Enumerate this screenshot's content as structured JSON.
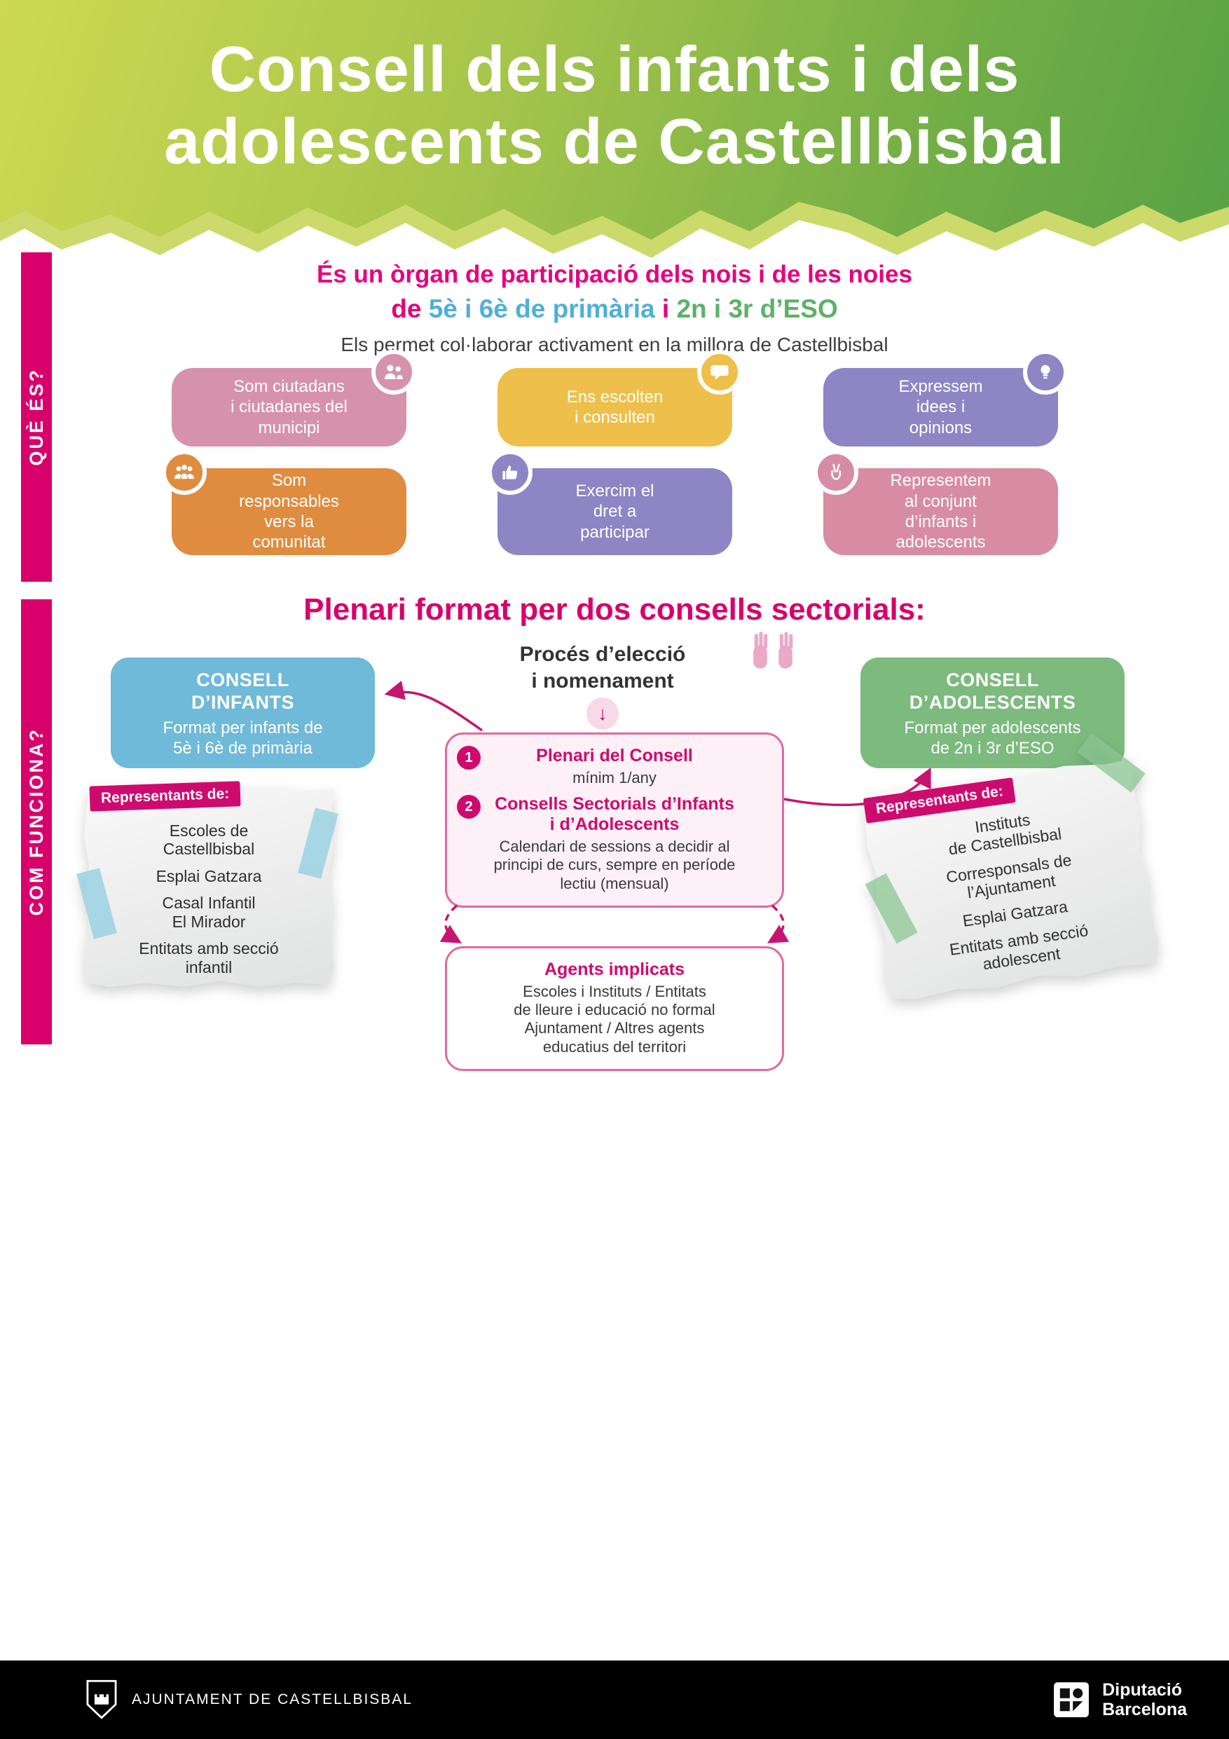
{
  "header": {
    "title": "Consell dels infants i dels\nadolescents de Castellbisbal"
  },
  "sidebar": {
    "que_es": "QUÈ ÉS?",
    "com_funciona": "COM FUNCIONA?"
  },
  "intro": {
    "line1": "És un òrgan de participació dels nois i de les noies",
    "line2": {
      "pre": "de",
      "blue": "5è i 6è de primària",
      "mid": "i",
      "green": "2n i 3r d’ESO"
    },
    "line3": "Els permet col·laborar activament en la millora de Castellbisbal"
  },
  "cards": [
    {
      "id": "citizens",
      "text": "Som ciutadans\ni ciutadanes del\nmunicipi",
      "color": "#d692ab",
      "icon": "people-icon"
    },
    {
      "id": "listened",
      "text": "Ens escolten\ni consulten",
      "color": "#eec04b",
      "icon": "speech-bubble-icon"
    },
    {
      "id": "express",
      "text": "Expressem\nidees i\nopinions",
      "color": "#8e85c5",
      "icon": "idea-icon"
    },
    {
      "id": "responsible",
      "text": "Som\nresponsables\nvers la\ncomunitat",
      "color": "#df8c3f",
      "icon": "community-icon"
    },
    {
      "id": "participate",
      "text": "Exercim el\ndret a\nparticipar",
      "color": "#8e85c5",
      "icon": "thumbs-up-icon"
    },
    {
      "id": "represent",
      "text": "Representem\nal conjunt\nd’infants i\nadolescents",
      "color": "#d78ca4",
      "icon": "victory-hand-icon"
    }
  ],
  "plenary": {
    "heading": "Plenari format per dos consells sectorials:",
    "process_title": "Procés d’elecció\ni nomenament",
    "council_infants": {
      "title": "CONSELL\nD’INFANTS",
      "subtitle": "Format per infants de\n5è i 6è de primària"
    },
    "council_adolescents": {
      "title": "CONSELL\nD’ADOLESCENTS",
      "subtitle": "Format per adolescents\nde 2n i 3r d’ESO"
    },
    "steps": [
      {
        "num": "1",
        "title": "Plenari del Consell",
        "detail": "mínim 1/any"
      },
      {
        "num": "2",
        "title": "Consells Sectorials d’Infants\ni d’Adolescents",
        "detail": "Calendari de sessions a decidir al\nprincipi de curs, sempre en període\nlectiu (mensual)"
      }
    ],
    "agents": {
      "title": "Agents implicats",
      "detail": "Escoles i Instituts / Entitats\nde lleure i educació no formal\nAjuntament / Altres agents\neducatius del territori"
    },
    "note_left": {
      "badge": "Representants de:",
      "items": [
        "Escoles de\nCastellbisbal",
        "Esplai Gatzara",
        "Casal Infantil\nEl Mirador",
        "Entitats amb secció\ninfantil"
      ]
    },
    "note_right": {
      "badge": "Representants de:",
      "items": [
        "Instituts\nde Castellbisbal",
        "Corresponsals de\nl’Ajuntament",
        "Esplai Gatzara",
        "Entitats amb secció\nadolescent"
      ]
    }
  },
  "footer": {
    "left": "AJUNTAMENT DE CASTELLBISBAL",
    "right": "Diputació\nBarcelona"
  },
  "icons": {
    "down_arrow": "↓",
    "card_icons": [
      "people-icon",
      "speech-bubble-icon",
      "idea-icon",
      "community-icon",
      "thumbs-up-icon",
      "victory-hand-icon"
    ],
    "process_icon": "raised-hands-icon",
    "footer_icons": [
      "ajuntament-castle-logo",
      "diputacio-logo"
    ]
  },
  "colors": {
    "magenta": "#d8006b",
    "blue_text": "#4fb0d9",
    "green_text": "#5cb168",
    "card_pink": "#d692ab",
    "card_yellow": "#eec04b",
    "card_purple": "#8e85c5",
    "card_orange": "#df8c3f",
    "card_rose": "#d78ca4",
    "council_blue": "#6fb9d9",
    "council_green": "#7cba7e",
    "header_green_light": "#cbd854",
    "header_green_dark": "#56a146",
    "footer_black": "#000000"
  }
}
